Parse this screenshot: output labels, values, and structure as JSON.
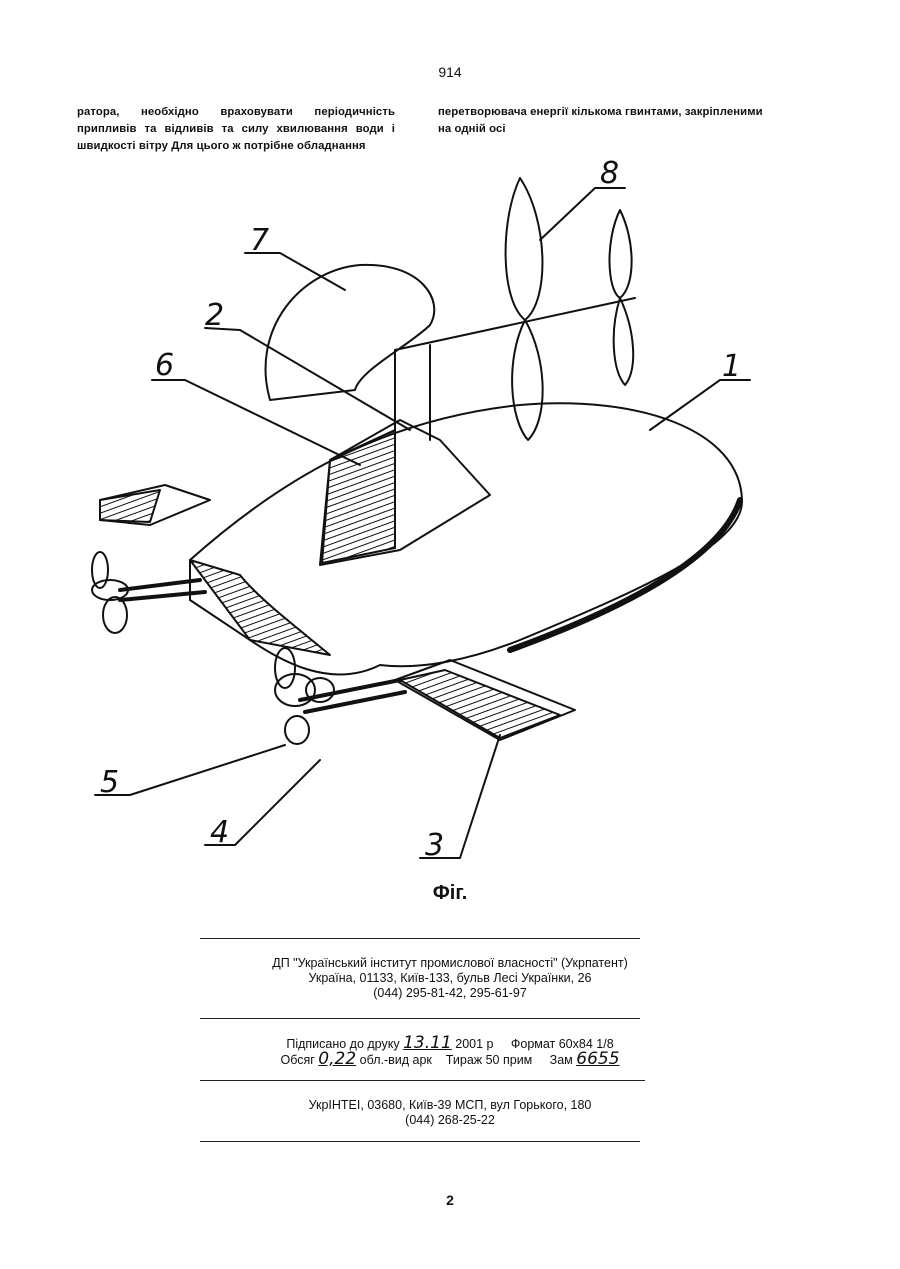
{
  "page_number_top": "914",
  "text_left": "ратора, необхідно враховувати періодичність припливів та відливів та силу хвилювання води і швидкості вітру Для цього ж потрібне обладнання",
  "text_right": "перетворювача енергії кількома гвинтами, закріпленими на одній осі",
  "figure_labels": [
    "8",
    "7",
    "2",
    "6",
    "1",
    "5",
    "4",
    "3"
  ],
  "figure_caption": "Фіг.",
  "publisher": {
    "line1": "ДП \"Український інститут промислової власності\" (Укрпатент)",
    "line2": "Україна, 01133, Київ-133, бульв Лесі Українки, 26",
    "line3": "(044) 295-81-42, 295-61-97"
  },
  "print": {
    "signed_label": "Підписано до друку",
    "signed_value": "13.11",
    "year": "2001 р",
    "format": "Формат 60x84 1/8",
    "volume_label": "Обсяг",
    "volume_value": "0,22",
    "volume_unit": "обл.-вид арк",
    "circulation": "Тираж 50 прим",
    "order_label": "Зам",
    "order_value": "6655"
  },
  "printer": {
    "line1": "УкрІНТЕІ, 03680, Київ-39 МСП, вул Горького, 180",
    "line2": "(044) 268-25-22"
  },
  "page_number_bottom": "2"
}
